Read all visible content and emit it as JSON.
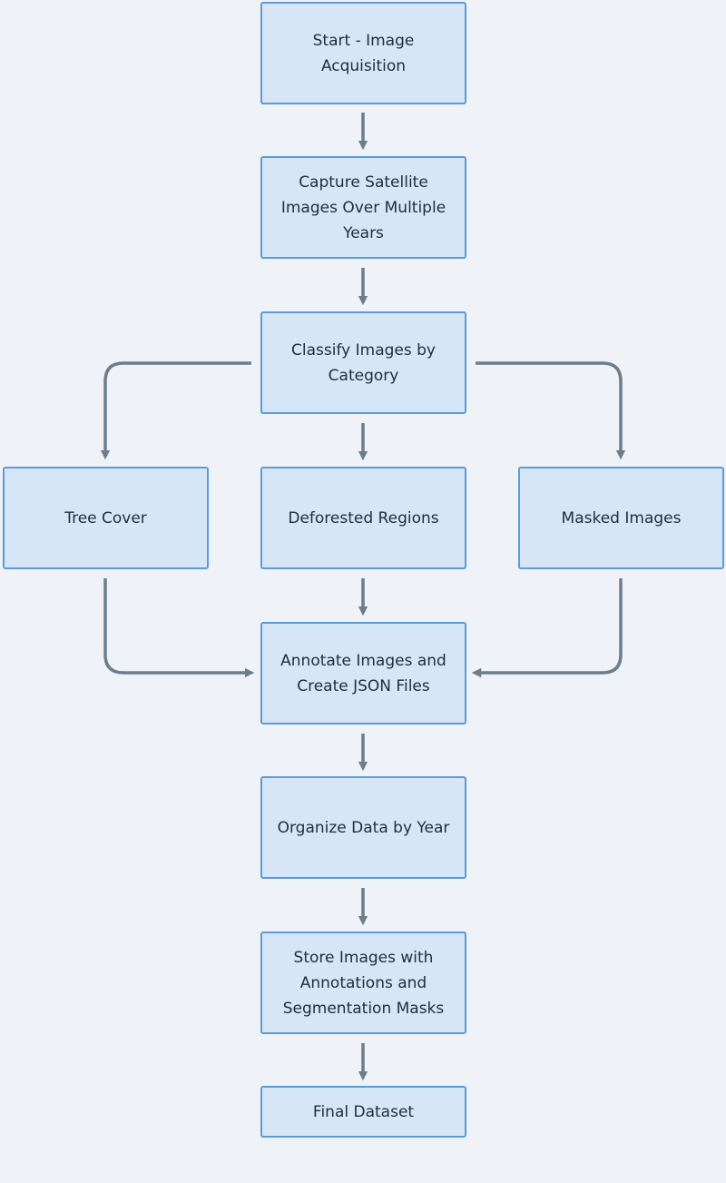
{
  "diagram": {
    "type": "flowchart",
    "colors": {
      "background": "#eff3f7",
      "node_fill": "#d6e6f6",
      "node_border": "#5b9bd8",
      "edge": "#6e7d8c",
      "text": "#1f2d3d"
    },
    "nodes": {
      "start": "Start - Image Acquisition",
      "capture": "Capture Satellite Images Over Multiple Years",
      "classify": "Classify Images by Category",
      "tree": "Tree Cover",
      "deforested": "Deforested Regions",
      "masked": "Masked Images",
      "annotate": "Annotate Images and Create JSON Files",
      "organize": "Organize Data by Year",
      "store": "Store Images with Annotations and Segmentation Masks",
      "final": "Final Dataset"
    },
    "edges": [
      {
        "from": "start",
        "to": "capture"
      },
      {
        "from": "capture",
        "to": "classify"
      },
      {
        "from": "classify",
        "to": "tree"
      },
      {
        "from": "classify",
        "to": "deforested"
      },
      {
        "from": "classify",
        "to": "masked"
      },
      {
        "from": "tree",
        "to": "annotate"
      },
      {
        "from": "deforested",
        "to": "annotate"
      },
      {
        "from": "masked",
        "to": "annotate"
      },
      {
        "from": "annotate",
        "to": "organize"
      },
      {
        "from": "organize",
        "to": "store"
      },
      {
        "from": "store",
        "to": "final"
      }
    ]
  }
}
